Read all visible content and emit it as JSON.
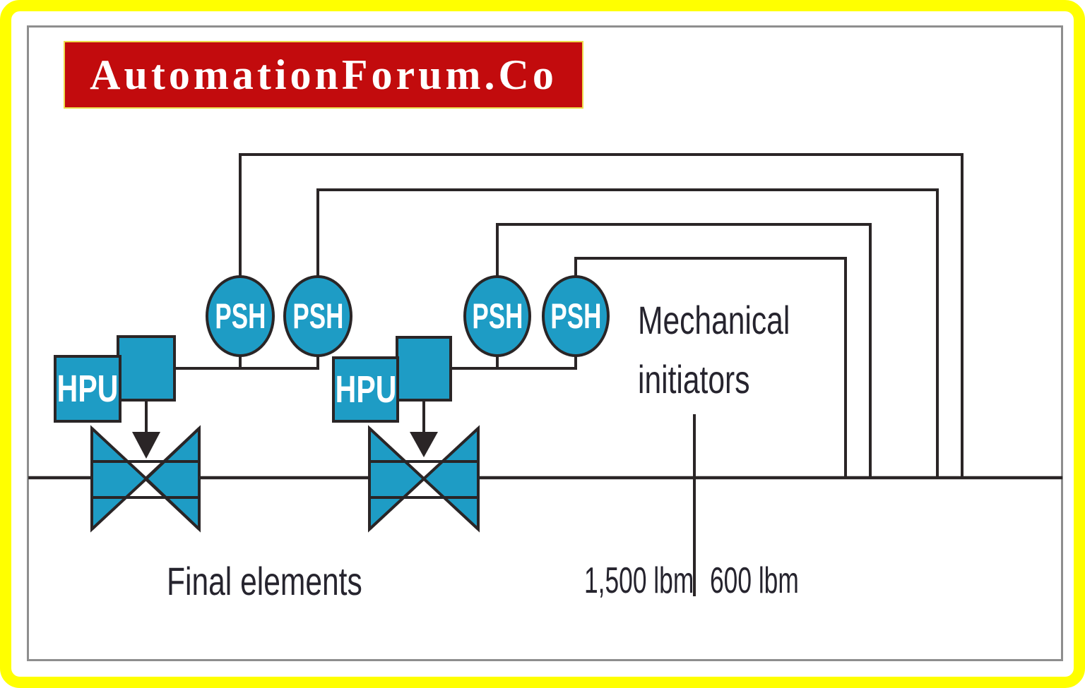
{
  "banner": {
    "title": "AutomationForum.Co",
    "bg": "#c20b0d",
    "border": "#eddc4b",
    "text_color": "#ffffff"
  },
  "colors": {
    "teal": "#1e9cc5",
    "line": "#2a2526",
    "frame": "#8e8e8e",
    "page_border": "#ffff00",
    "label_text": "#26242e"
  },
  "diagram": {
    "psh_label": "PSH",
    "hpu_label": "HPU",
    "mechanical_initiators_line1": "Mechanical",
    "mechanical_initiators_line2": "initiators",
    "final_elements_label": "Final elements",
    "weight_left_label": "1,500 lbm",
    "weight_right_label": "600 lbm"
  }
}
